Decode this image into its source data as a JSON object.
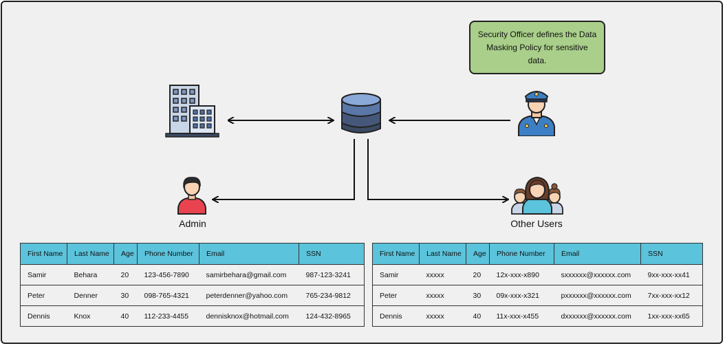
{
  "callout": {
    "text": "Security Officer defines the Data Masking Policy for sensitive data."
  },
  "labels": {
    "admin": "Admin",
    "other_users": "Other Users"
  },
  "colors": {
    "header": "#5bc3db",
    "callout": "#a9cf8a",
    "db_top": "#6f93c9",
    "db_bottom": "#3a4a63",
    "admin_shirt": "#e8434f",
    "officer_uniform": "#3d7fc4"
  },
  "icons": [
    "office-building-icon",
    "database-icon",
    "security-officer-icon",
    "admin-user-icon",
    "user-group-icon"
  ],
  "tables": [
    {
      "headers": [
        "First Name",
        "Last Name",
        "Age",
        "Phone Number",
        "Email",
        "SSN"
      ],
      "rows": [
        [
          "Samir",
          "Behara",
          "20",
          "123-456-7890",
          "samirbehara@gmail.com",
          "987-123-3241"
        ],
        [
          "Peter",
          "Denner",
          "30",
          "098-765-4321",
          "peterdenner@yahoo.com",
          "765-234-9812"
        ],
        [
          "Dennis",
          "Knox",
          "40",
          "112-233-4455",
          "dennisknox@hotmail.com",
          "124-432-8965"
        ]
      ]
    },
    {
      "headers": [
        "First Name",
        "Last Name",
        "Age",
        "Phone Number",
        "Email",
        "SSN"
      ],
      "rows": [
        [
          "Samir",
          "xxxxx",
          "20",
          "12x-xxx-x890",
          "sxxxxxx@xxxxxx.com",
          "9xx-xxx-xx41"
        ],
        [
          "Peter",
          "xxxxx",
          "30",
          "09x-xxx-x321",
          "pxxxxxx@xxxxxx.com",
          "7xx-xxx-xx12"
        ],
        [
          "Dennis",
          "xxxxx",
          "40",
          "11x-xxx-x455",
          "dxxxxxx@xxxxxx.com",
          "1xx-xxx-xx65"
        ]
      ]
    }
  ]
}
